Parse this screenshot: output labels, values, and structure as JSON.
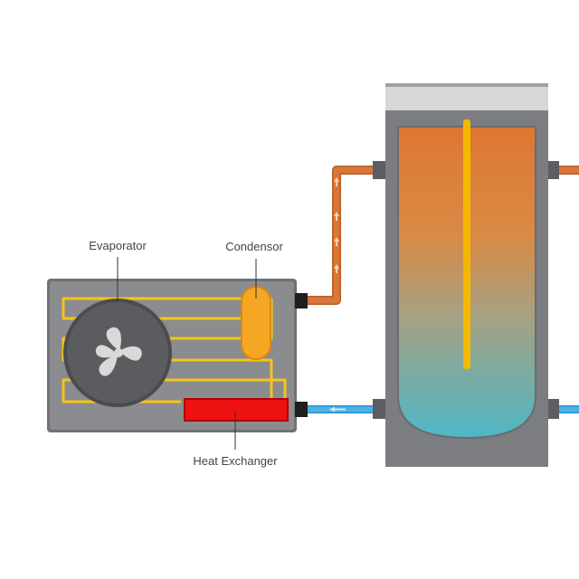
{
  "labels": {
    "evaporator": "Evaporator",
    "condensor": "Condensor",
    "heat_exchanger": "Heat Exchanger"
  },
  "colors": {
    "unit_body": "#8a8c8f",
    "unit_edge": "#6c6e71",
    "coil": "#f5c518",
    "fan_disc": "#5a5c5f",
    "fan_blade": "#d9d9d9",
    "condensor": "#f5a623",
    "heat_exchanger": "#ee1111",
    "hot_pipe": "#d9773a",
    "cold_pipe": "#4ab2e8",
    "tank_body": "#7b7d80",
    "tank_cap": "#d5d7d9",
    "water_hot": "#dd7732",
    "water_cold": "#4fb7c6",
    "heating_rod": "#f5b800",
    "label_text": "#444444",
    "leader_line": "#333333"
  },
  "icons": {
    "fan": "fan-icon",
    "flow_arrow_up": "arrow-up-icon",
    "flow_arrow_left": "arrow-left-icon"
  }
}
